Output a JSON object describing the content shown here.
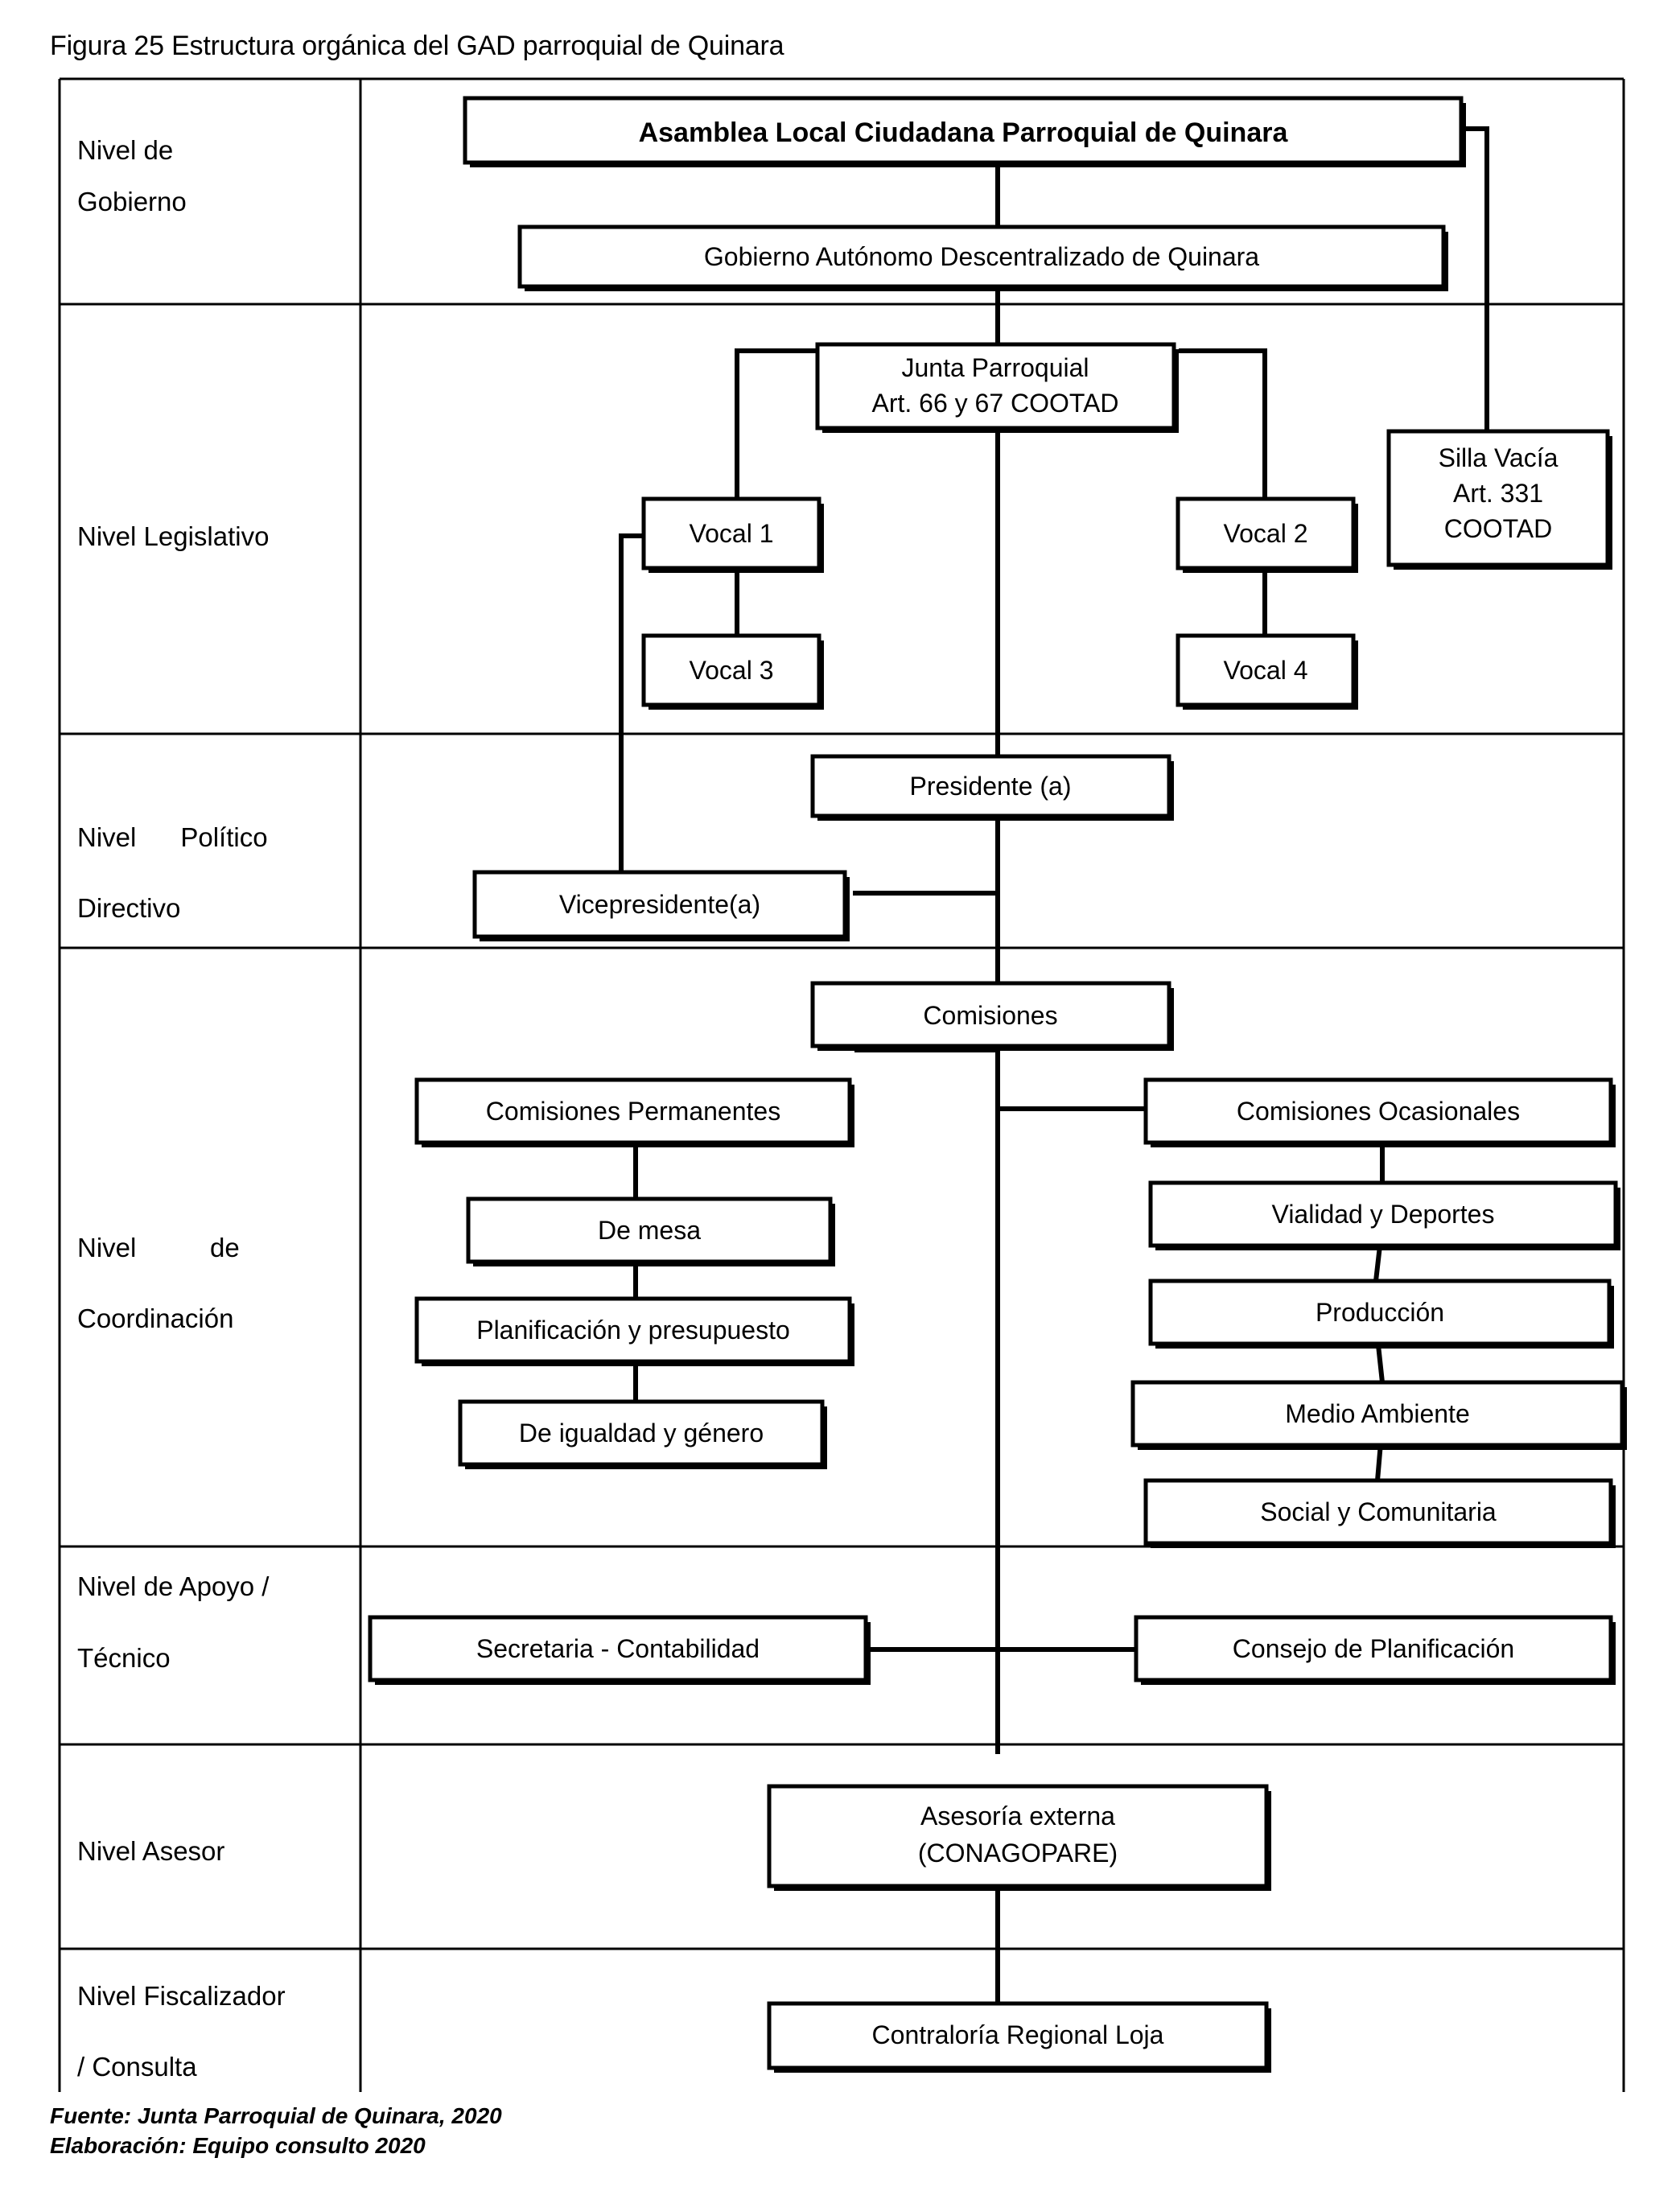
{
  "figure": {
    "title": "Figura 25  Estructura orgánica del GAD parroquial de Quinara"
  },
  "levels": [
    {
      "id": "gobierno",
      "label_lines": [
        "Nivel de",
        "Gobierno"
      ],
      "justify": false
    },
    {
      "id": "legislativo",
      "label_lines": [
        "Nivel Legislativo"
      ],
      "justify": false
    },
    {
      "id": "politico",
      "label_lines": [
        "Nivel      Político",
        "Directivo"
      ],
      "justify": true
    },
    {
      "id": "coordinacion",
      "label_lines": [
        "Nivel          de",
        "Coordinación"
      ],
      "justify": true
    },
    {
      "id": "apoyo",
      "label_lines": [
        "Nivel de Apoyo /",
        "Técnico"
      ],
      "justify": false
    },
    {
      "id": "asesor",
      "label_lines": [
        "Nivel Asesor"
      ],
      "justify": false
    },
    {
      "id": "fiscalizador",
      "label_lines": [
        "Nivel  Fiscalizador",
        "/ Consulta"
      ],
      "justify": false
    }
  ],
  "nodes": {
    "asamblea": {
      "lines": [
        "Asamblea Local Ciudadana Parroquial de Quinara"
      ],
      "bold": true
    },
    "gad": {
      "lines": [
        "Gobierno Autónomo Descentralizado de Quinara"
      ],
      "bold": false
    },
    "junta": {
      "lines": [
        "Junta Parroquial",
        "Art. 66 y 67 COOTAD"
      ],
      "bold": false
    },
    "silla_vacia": {
      "lines": [
        "Silla Vacía",
        "Art. 331",
        "COOTAD"
      ],
      "bold": false
    },
    "vocal1": {
      "lines": [
        "Vocal 1"
      ],
      "bold": false
    },
    "vocal2": {
      "lines": [
        "Vocal 2"
      ],
      "bold": false
    },
    "vocal3": {
      "lines": [
        "Vocal 3"
      ],
      "bold": false
    },
    "vocal4": {
      "lines": [
        "Vocal 4"
      ],
      "bold": false
    },
    "presidente": {
      "lines": [
        "Presidente (a)"
      ],
      "bold": false
    },
    "vicepresidente": {
      "lines": [
        "Vicepresidente(a)"
      ],
      "bold": false
    },
    "comisiones": {
      "lines": [
        "Comisiones"
      ],
      "bold": false
    },
    "com_permanentes": {
      "lines": [
        "Comisiones Permanentes"
      ],
      "bold": false
    },
    "de_mesa": {
      "lines": [
        "De mesa"
      ],
      "bold": false
    },
    "planificacion_presupuesto": {
      "lines": [
        "Planificación y presupuesto"
      ],
      "bold": false
    },
    "igualdad_genero": {
      "lines": [
        "De igualdad y  género"
      ],
      "bold": false
    },
    "com_ocasionales": {
      "lines": [
        "Comisiones Ocasionales"
      ],
      "bold": false
    },
    "vialidad_deportes": {
      "lines": [
        "Vialidad y Deportes"
      ],
      "bold": false
    },
    "produccion": {
      "lines": [
        "Producción"
      ],
      "bold": false
    },
    "medio_ambiente": {
      "lines": [
        "Medio Ambiente"
      ],
      "bold": false
    },
    "social_comunitaria": {
      "lines": [
        "Social y Comunitaria"
      ],
      "bold": false
    },
    "secretaria_contabilidad": {
      "lines": [
        "Secretaria - Contabilidad"
      ],
      "bold": false
    },
    "consejo_planificacion": {
      "lines": [
        "Consejo de Planificación"
      ],
      "bold": false
    },
    "asesoria_externa": {
      "lines": [
        "Asesoría externa",
        "(CONAGOPARE)"
      ],
      "bold": false
    },
    "contraloria": {
      "lines": [
        "Contraloría Regional Loja"
      ],
      "bold": false
    }
  },
  "footer": {
    "source": "Fuente: Junta Parroquial de Quinara, 2020",
    "elaboration": "Elaboración: Equipo consulto 2020"
  },
  "colors": {
    "line": "#000000",
    "background": "#ffffff",
    "text": "#000000"
  }
}
